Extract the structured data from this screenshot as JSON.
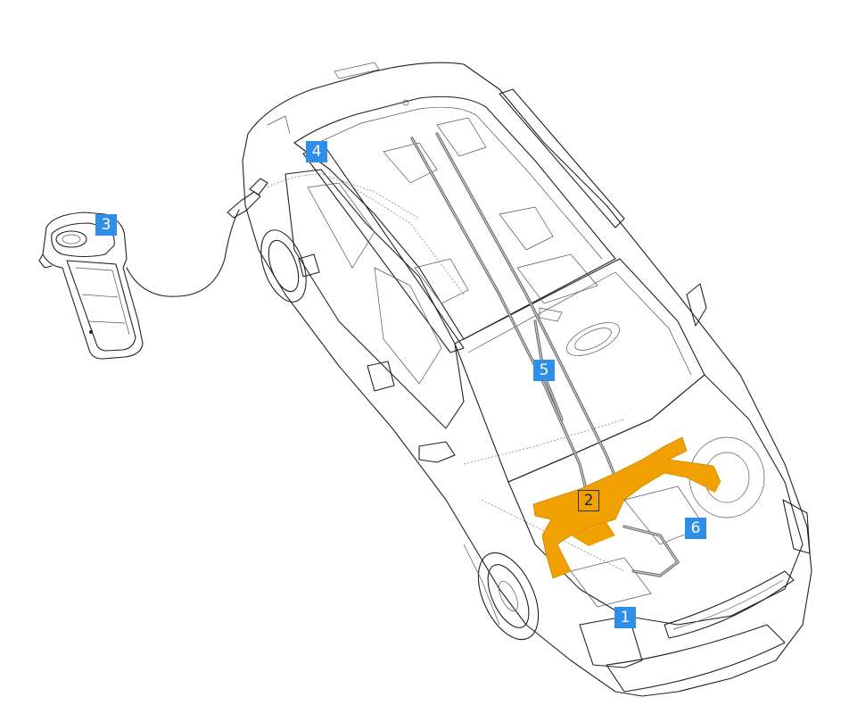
{
  "callouts": [
    {
      "id": "1",
      "text": "1",
      "variant": "blue"
    },
    {
      "id": "2",
      "text": "2",
      "variant": "orange"
    },
    {
      "id": "3",
      "text": "3",
      "variant": "blue"
    },
    {
      "id": "4",
      "text": "4",
      "variant": "blue"
    },
    {
      "id": "5",
      "text": "5",
      "variant": "blue"
    },
    {
      "id": "6",
      "text": "6",
      "variant": "blue"
    }
  ],
  "colors": {
    "callout_blue": "#2f8fe8",
    "highlight_orange": "#f0a000",
    "outline": "#222222"
  }
}
